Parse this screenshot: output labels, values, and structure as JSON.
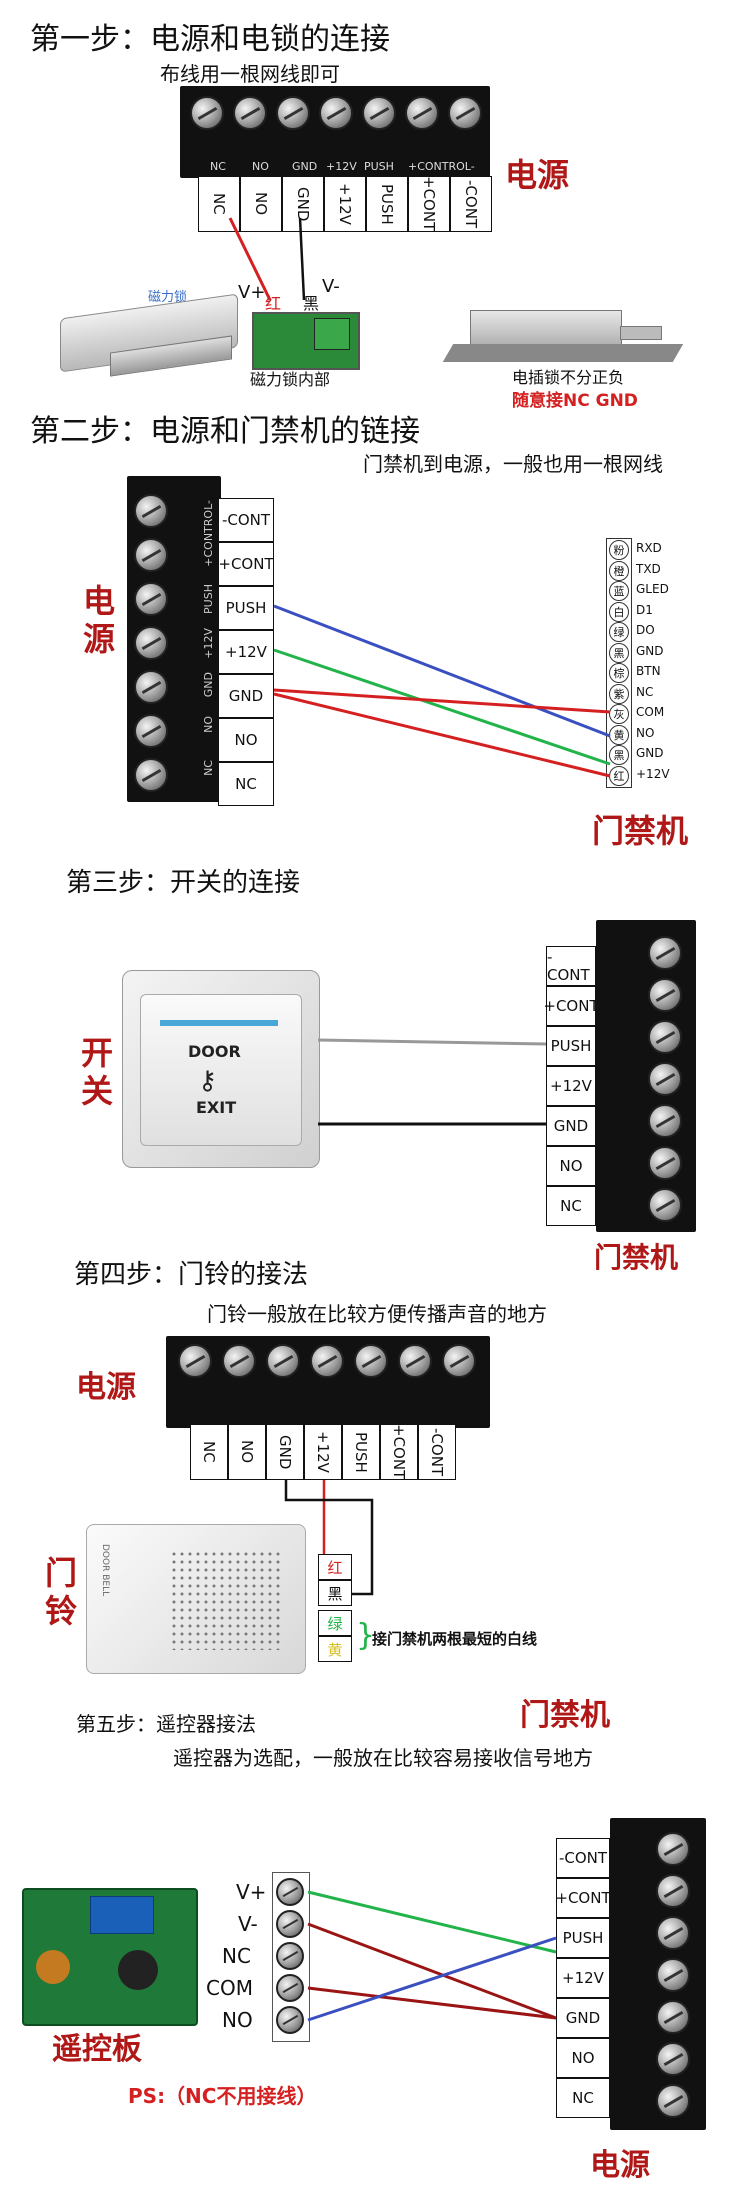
{
  "step1": {
    "title": "第一步：电源和电锁的连接",
    "subtitle": "布线用一根网线即可",
    "terminal_labels": [
      "NC",
      "NO",
      "GND",
      "+12V",
      "PUSH",
      "+CONT",
      "-CONT"
    ],
    "strip_labels": [
      "NC",
      "NO",
      "GND",
      "+12V",
      "PUSH",
      "+CONTROL-"
    ],
    "power_label": "电源",
    "magnetic_lock": "磁力锁",
    "v_plus": "V+",
    "v_minus": "V-",
    "red": "红",
    "black": "黑",
    "lock_inside": "磁力锁内部",
    "bolt_note1": "电插锁不分正负",
    "bolt_note2": "随意接NC GND"
  },
  "step2": {
    "title": "第二步：电源和门禁机的链接",
    "subtitle": "门禁机到电源，一般也用一根网线",
    "power_label": "电源",
    "psu_labels": [
      "-CONT",
      "+CONT",
      "PUSH",
      "+12V",
      "GND",
      "NO",
      "NC"
    ],
    "strip_labels": [
      "+CONTROL-",
      "PUSH",
      "+12V",
      "GND",
      "NO",
      "NC"
    ],
    "controller_colors": [
      "粉",
      "橙",
      "蓝",
      "白",
      "绿",
      "黑",
      "棕",
      "紫",
      "灰",
      "黄",
      "黑",
      "红"
    ],
    "controller_pins": [
      "RXD",
      "TXD",
      "GLED",
      "D1",
      "DO",
      "GND",
      "BTN",
      "NC",
      "COM",
      "NO",
      "GND",
      "+12V"
    ],
    "controller_label": "门禁机"
  },
  "step3": {
    "title": "第三步：开关的连接",
    "switch_label": "开关",
    "door_text": "DOOR",
    "exit_text": "EXIT",
    "controller_label": "门禁机",
    "labels": [
      "-CONT",
      "+CONT",
      "PUSH",
      "+12V",
      "GND",
      "NO",
      "NC"
    ]
  },
  "step4": {
    "title": "第四步：门铃的接法",
    "subtitle": "门铃一般放在比较方便传播声音的地方",
    "power_label": "电源",
    "terminal_labels": [
      "NC",
      "NO",
      "GND",
      "+12V",
      "PUSH",
      "+CONT",
      "-CONT"
    ],
    "bell_label": "门铃",
    "bell_brand": "DOOR BELL",
    "wires": [
      "红",
      "黑",
      "绿",
      "黄"
    ],
    "note": "接门禁机两根最短的白线",
    "controller_label": "门禁机"
  },
  "step5": {
    "title": "第五步：遥控器接法",
    "subtitle": "遥控器为选配，一般放在比较容易接收信号地方",
    "remote_pins": [
      "V+",
      "V-",
      "NC",
      "COM",
      "NO"
    ],
    "remote_label": "遥控板",
    "ps_note": "PS:（NC不用接线）",
    "labels": [
      "-CONT",
      "+CONT",
      "PUSH",
      "+12V",
      "GND",
      "NO",
      "NC"
    ],
    "power_label": "电源"
  },
  "colors": {
    "red": "#d42020",
    "blue": "#3a4fc0",
    "green": "#22b44a",
    "darkred": "#9a1414",
    "gray": "#999999",
    "black": "#111111"
  }
}
